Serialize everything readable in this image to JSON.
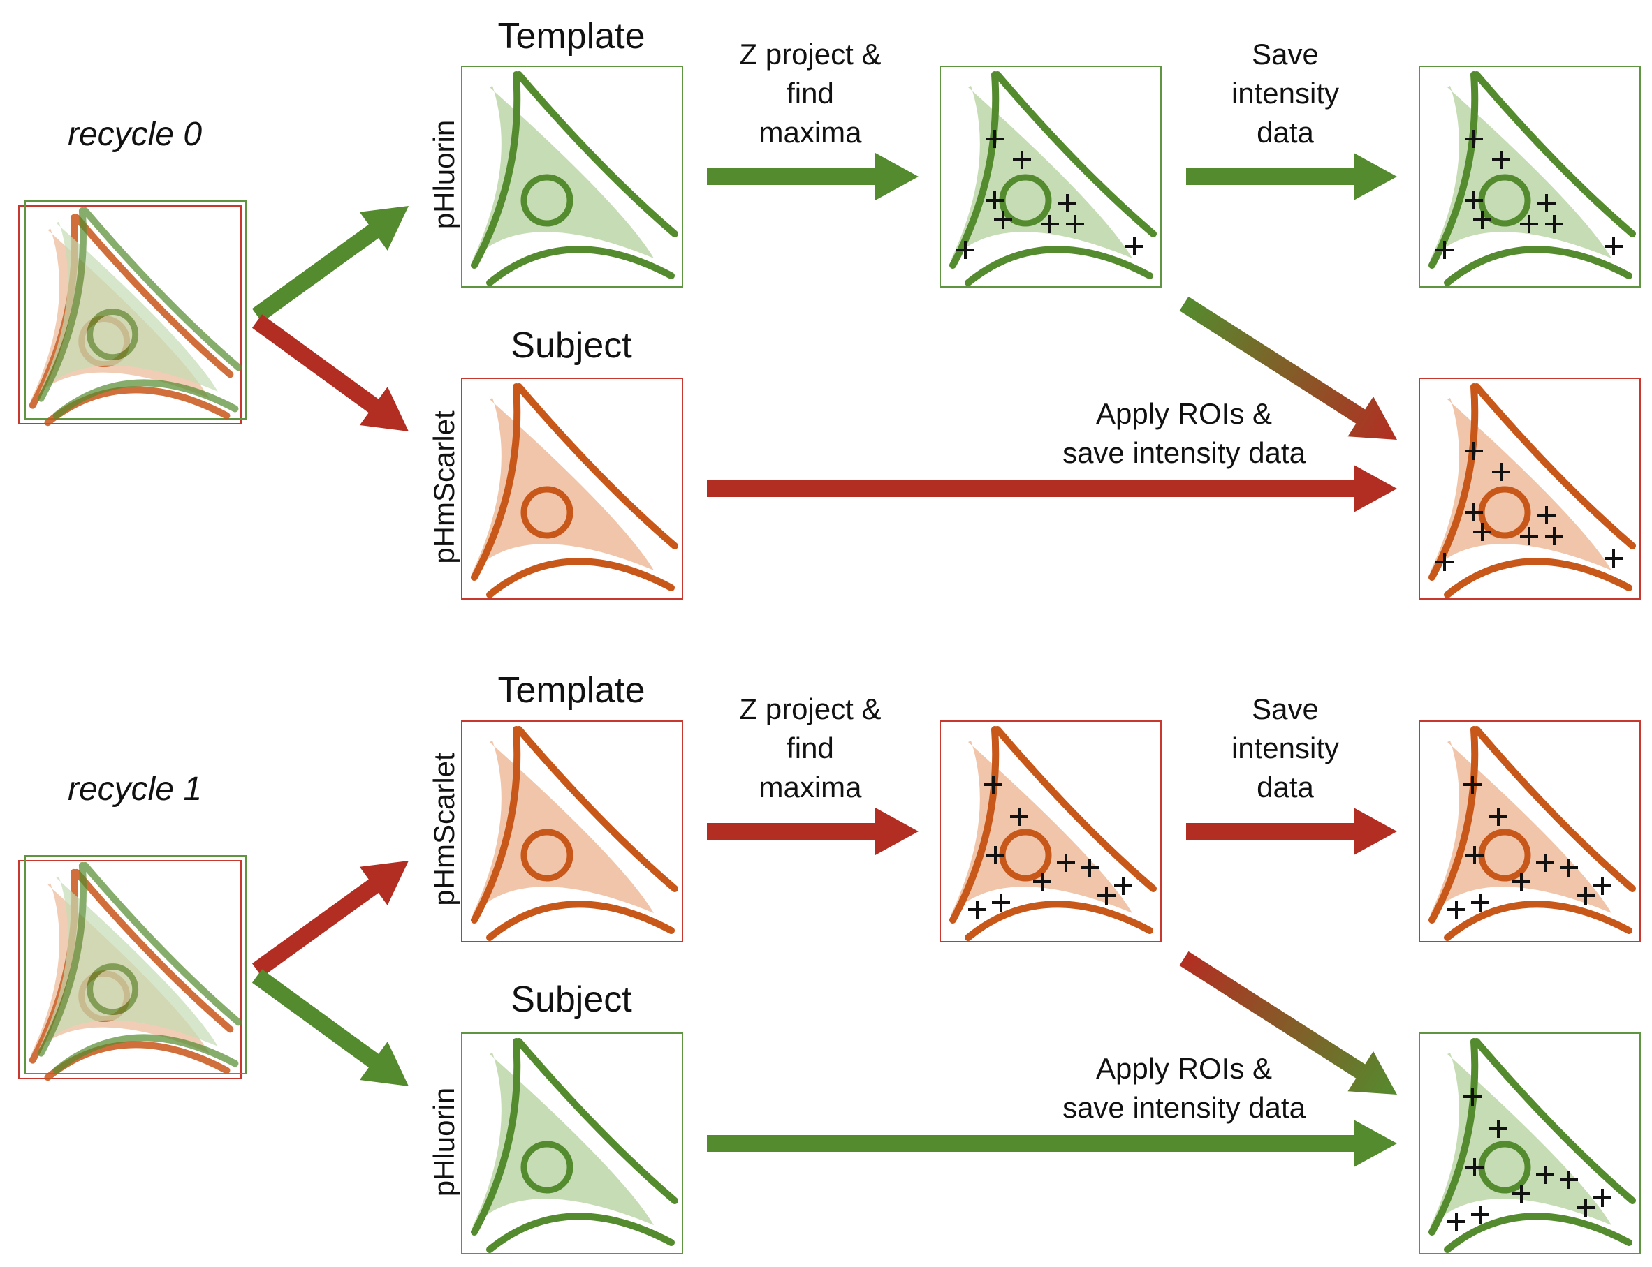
{
  "colors": {
    "green": "#548B2E",
    "green_fill": "#C5DCB4",
    "red": "#B32E22",
    "orange": "#C8571A",
    "orange_fill": "#F0C5AA",
    "frame_green": "#5F9440",
    "frame_red": "#C7392E"
  },
  "sections": [
    {
      "recycle_label": "recycle 0",
      "template": {
        "title": "Template",
        "channel": "pHluorin",
        "color": "green"
      },
      "subject": {
        "title": "Subject",
        "channel": "pHmScarlet",
        "color": "orange"
      },
      "step_project": [
        "Z project &",
        "find",
        "maxima"
      ],
      "step_save": [
        "Save",
        "intensity",
        "data"
      ],
      "step_apply": [
        "Apply ROIs &",
        "save intensity data"
      ]
    },
    {
      "recycle_label": "recycle 1",
      "template": {
        "title": "Template",
        "channel": "pHmScarlet",
        "color": "orange"
      },
      "subject": {
        "title": "Subject",
        "channel": "pHluorin",
        "color": "green"
      },
      "step_project": [
        "Z project &",
        "find",
        "maxima"
      ],
      "step_save": [
        "Save",
        "intensity",
        "data"
      ],
      "step_apply": [
        "Apply ROIs &",
        "save intensity data"
      ]
    }
  ]
}
